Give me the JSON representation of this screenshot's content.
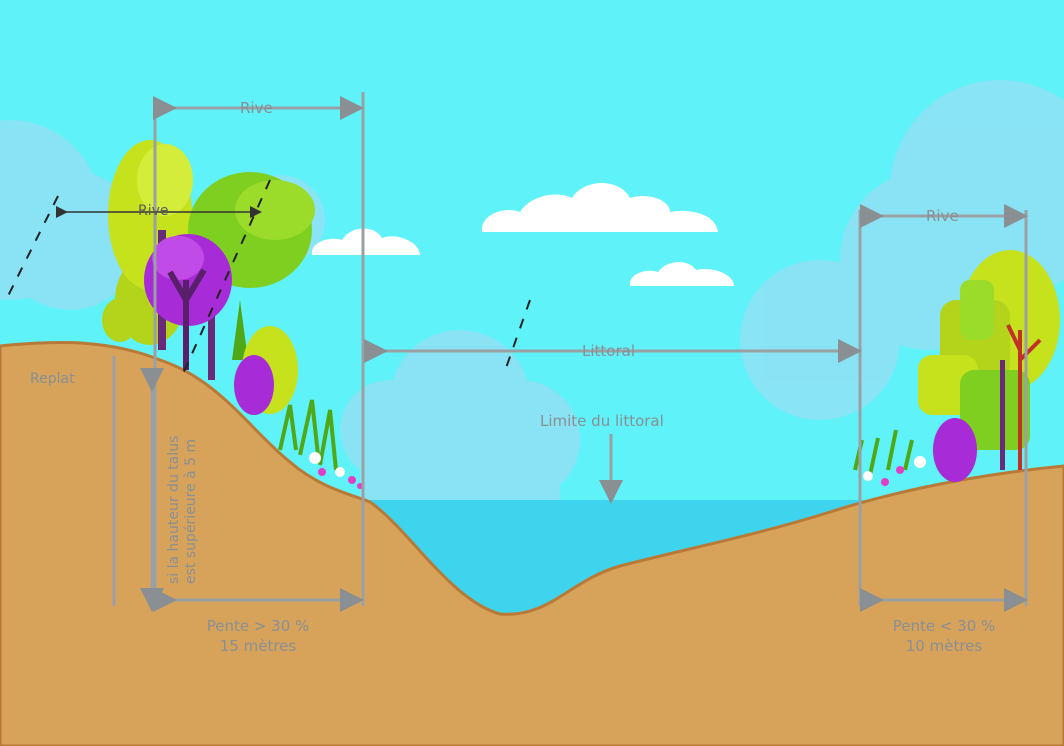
{
  "labels": {
    "rive_left_top": "Rive",
    "rive_left_small": "Rive",
    "rive_right": "Rive",
    "littoral": "Littoral",
    "limite_littoral": "Limite du littoral",
    "replat": "Replat",
    "talus_note_line1": "si la hauteur du talus",
    "talus_note_line2": "est supérieure à 5 m",
    "left_slope_line1": "Pente > 30 %",
    "left_slope_line2": "15 mètres",
    "right_slope_line1": "Pente < 30 %",
    "right_slope_line2": "10 mètres"
  },
  "colors": {
    "sky": "#5ff2f8",
    "cloud_back": "#7fd6f0",
    "cloud": "#ffffff",
    "water": "#3fd4ee",
    "ground": "#d7a35b",
    "ground_edge": "#b87a36",
    "dimension_line": "#9aa0a4",
    "tree_yellow": "#c6e21d",
    "tree_green": "#7fcf21",
    "tree_purple": "#a72bd6",
    "trunk": "#6a2a7a"
  }
}
